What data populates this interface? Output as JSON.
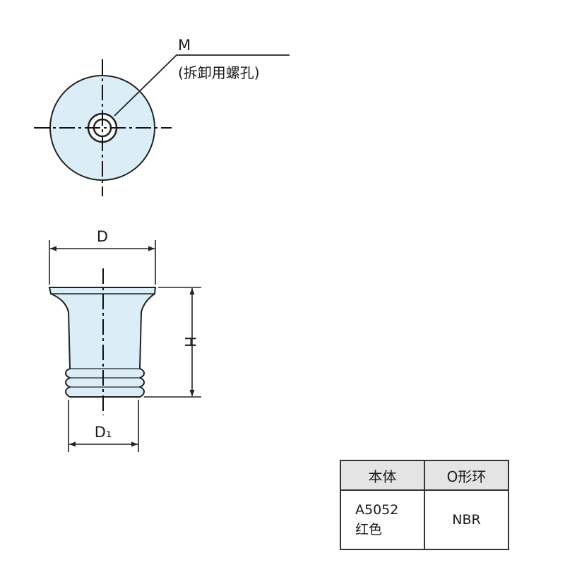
{
  "top_view": {
    "thread_label": "M",
    "thread_note": "(拆卸用螺孔)"
  },
  "side_view": {
    "dim_diameter": "D",
    "dim_height": "H",
    "dim_lower_diameter": "D₁"
  },
  "materials_table": {
    "headers": [
      "本体",
      "O形环"
    ],
    "rows": [
      {
        "body": [
          "A5052",
          "红色"
        ],
        "oring": "NBR"
      }
    ]
  },
  "colors": {
    "part_fill": "#dbeef7",
    "line": "#222222",
    "header_fill": "#e4e4e4"
  }
}
